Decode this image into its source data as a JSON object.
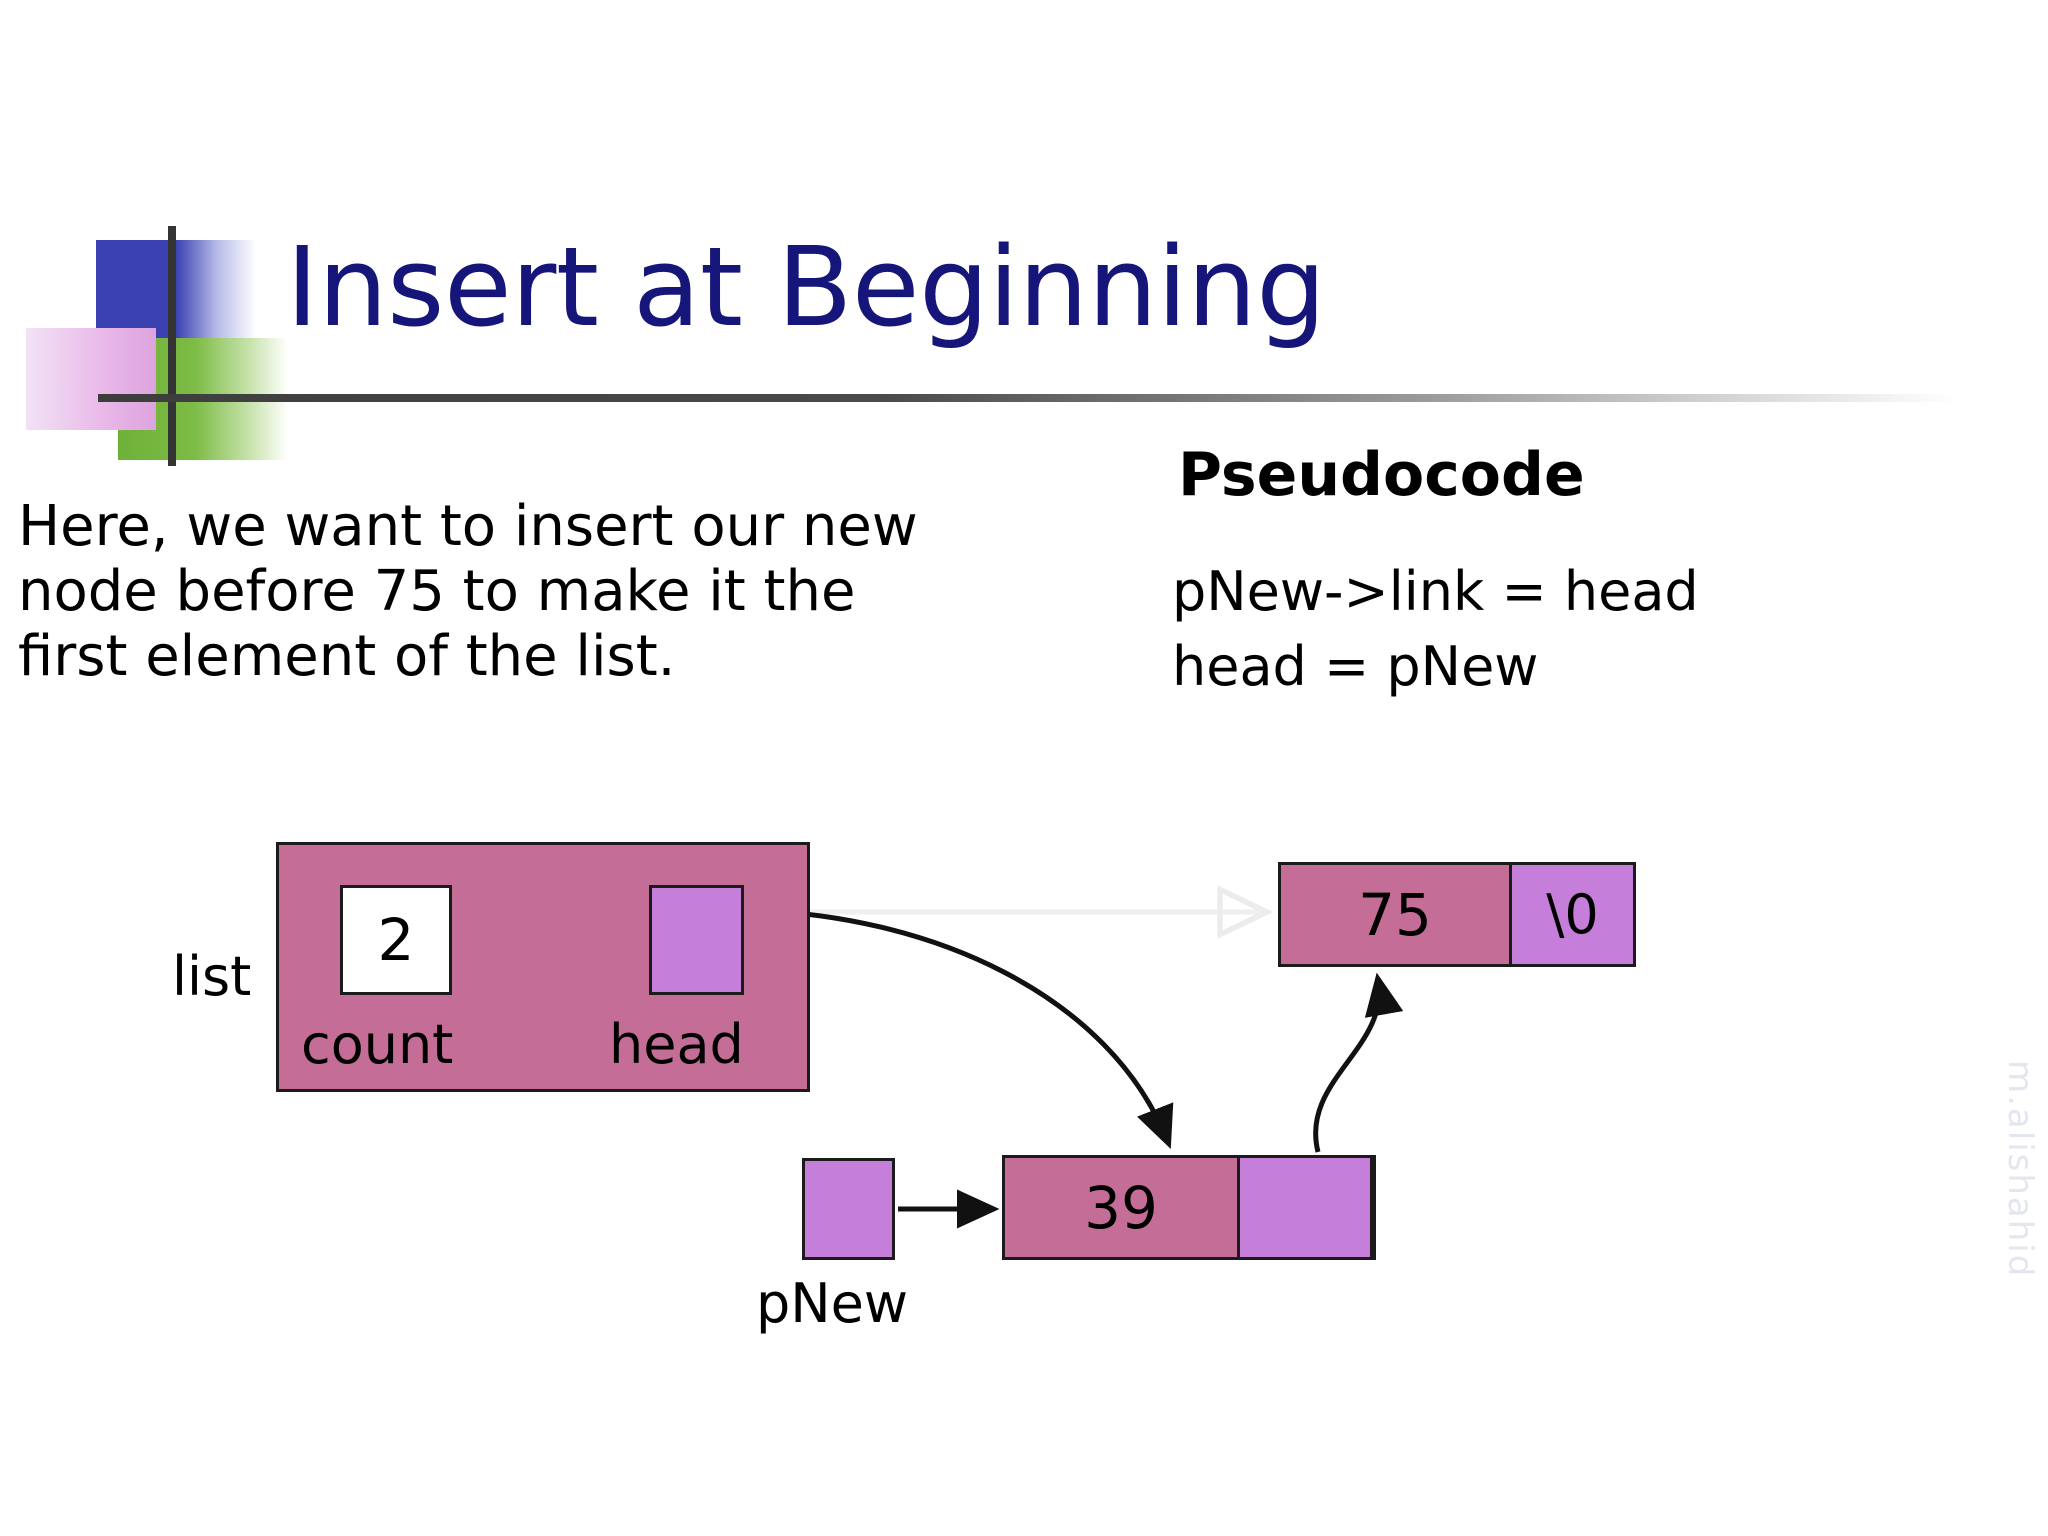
{
  "slide": {
    "title": "Insert at Beginning",
    "title_color": "#16167a",
    "background": "#ffffff",
    "watermark": "m.alishahid"
  },
  "body": {
    "lines": [
      "Here, we want to insert our new",
      "node before 75 to make it the",
      "first element of the list."
    ]
  },
  "pseudocode": {
    "heading": "Pseudocode",
    "lines": [
      "pNew->link = head",
      "head = pNew"
    ]
  },
  "diagram": {
    "list": {
      "label": "list",
      "count_value": "2",
      "count_label": "count",
      "head_label": "head",
      "box_color": "#c46d96",
      "pointer_color": "#c57fdb"
    },
    "node_head": {
      "data": "75",
      "link": "\\0"
    },
    "node_new": {
      "data": "39",
      "link": "",
      "pointer_label": "pNew"
    },
    "arrows": [
      {
        "name": "head-to-39",
        "from": "list.head",
        "to": "node39.top",
        "style": "solid-black-curved"
      },
      {
        "name": "pnew-to-39",
        "from": "pNew",
        "to": "node39.left",
        "style": "solid-black-straight"
      },
      {
        "name": "39-link-to-75",
        "from": "node39.link",
        "to": "node75.bottom",
        "style": "solid-black-curved"
      },
      {
        "name": "old-head-to-75",
        "from": "list.head",
        "to": "node75.left",
        "style": "faded-white-straight"
      }
    ]
  }
}
